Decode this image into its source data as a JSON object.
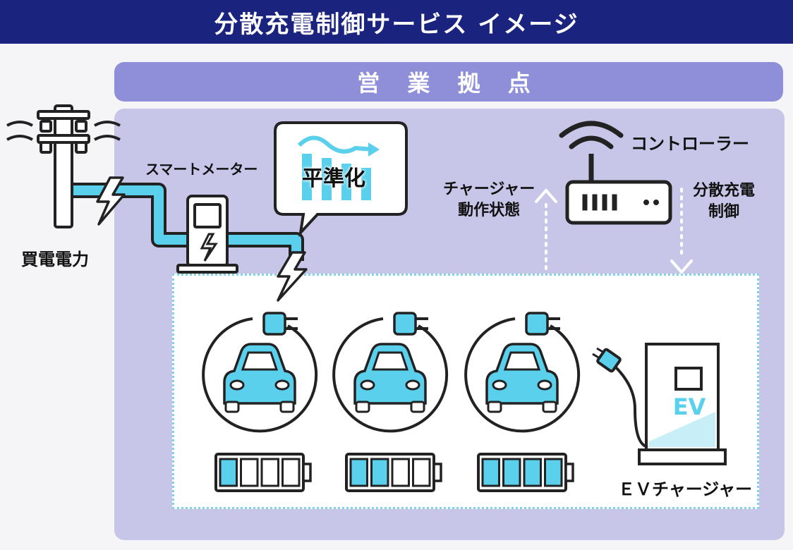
{
  "title": "分散充電制御サービス イメージ",
  "base_label": "営 業 拠 点",
  "labels": {
    "purchased_power": "買電電力",
    "smart_meter": "スマートメーター",
    "leveling": "平準化",
    "controller": "コントローラー",
    "charger_status_1": "チャージャー",
    "charger_status_2": "動作状態",
    "distributed_control_1": "分散充電",
    "distributed_control_2": "制御",
    "ev_charger": "ＥＶチャージャー",
    "ev_sign": "EV"
  },
  "colors": {
    "title_bg": "#1a237e",
    "header_bg": "#8f8fd9",
    "panel_bg": "#c8c6e8",
    "accent_cyan": "#5bd0ec",
    "ink": "#222222"
  },
  "vehicles": [
    {
      "battery_filled_cells": 1,
      "battery_total_cells": 4
    },
    {
      "battery_filled_cells": 2,
      "battery_total_cells": 4
    },
    {
      "battery_filled_cells": 4,
      "battery_total_cells": 4
    }
  ]
}
